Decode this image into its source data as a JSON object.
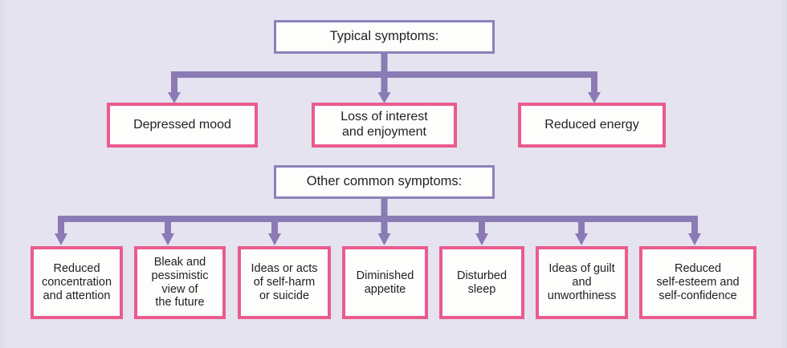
{
  "diagram": {
    "title": "Symptoms of depression flowchart",
    "background_color": "#e4e3ef",
    "header_border_color": "#8f80b9",
    "symptom_border_color": "#ea5b8e",
    "connector_color": "#8a7bb5",
    "box_fill_color": "#fdfdfb",
    "text_color": "#231f20"
  },
  "typical": {
    "header": "Typical symptoms:",
    "items": [
      {
        "label": "Depressed mood"
      },
      {
        "label": "Loss of interest\nand enjoyment"
      },
      {
        "label": "Reduced energy"
      }
    ]
  },
  "other": {
    "header": "Other common symptoms:",
    "items": [
      {
        "label": "Reduced\nconcentration\nand attention"
      },
      {
        "label": "Bleak and\npessimistic\nview of\nthe future"
      },
      {
        "label": "Ideas or acts\nof self-harm\nor suicide"
      },
      {
        "label": "Diminished\nappetite"
      },
      {
        "label": "Disturbed\nsleep"
      },
      {
        "label": "Ideas of guilt\nand\nunworthiness"
      },
      {
        "label": "Reduced\nself-esteem and\nself-confidence"
      }
    ]
  }
}
